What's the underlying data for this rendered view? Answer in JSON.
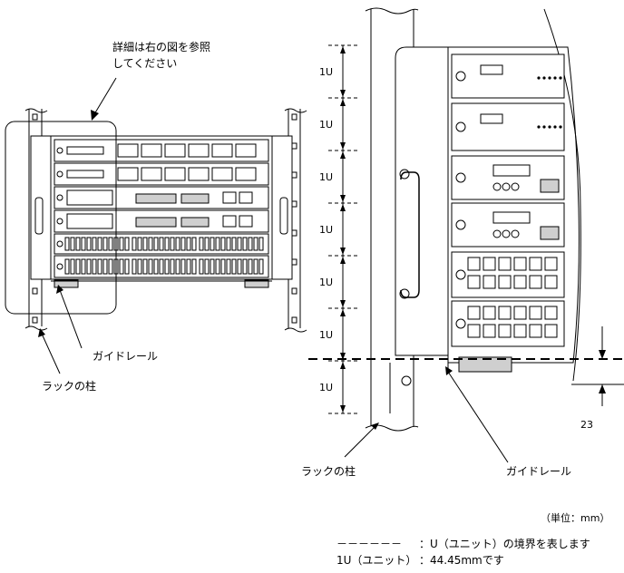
{
  "left_view": {
    "callout_detail": "詳細は右の図を参照\nしてください",
    "label_guide_rail": "ガイドレール",
    "label_rack_post": "ラックの柱"
  },
  "right_view": {
    "unit_label": "1U",
    "unit_count": 7,
    "label_rack_post": "ラックの柱",
    "label_guide_rail": "ガイドレール",
    "dimension_value": "23"
  },
  "legend": {
    "unit_note": "（単位：mm）",
    "dash_symbol": "－－－－－－",
    "dash_meaning": "：U（ユニット）の境界を表します",
    "unit_def_label": "1U（ユニット）",
    "unit_def_value": "：44.45mmです"
  }
}
